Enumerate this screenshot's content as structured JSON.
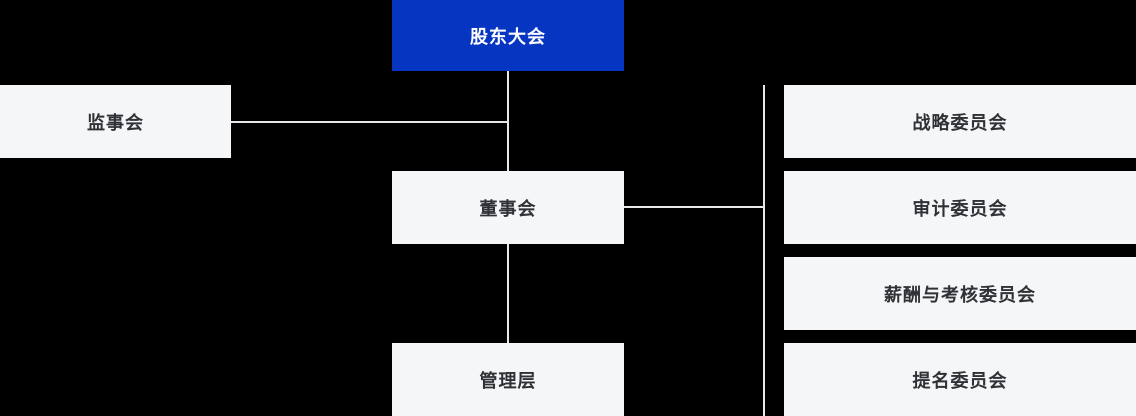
{
  "colors": {
    "background": "#000000",
    "primary_blue": "#0635c1",
    "primary_text": "#ffffff",
    "box_bg": "#f5f6f8",
    "box_text": "#2f3136",
    "line": "#e8e8ea"
  },
  "nodes": {
    "shareholders": {
      "label": "股东大会"
    },
    "supervisory": {
      "label": "监事会"
    },
    "board": {
      "label": "董事会"
    },
    "management": {
      "label": "管理层"
    },
    "committees": [
      {
        "label": "战略委员会"
      },
      {
        "label": "审计委员会"
      },
      {
        "label": "薪酬与考核委员会"
      },
      {
        "label": "提名委员会"
      }
    ]
  }
}
